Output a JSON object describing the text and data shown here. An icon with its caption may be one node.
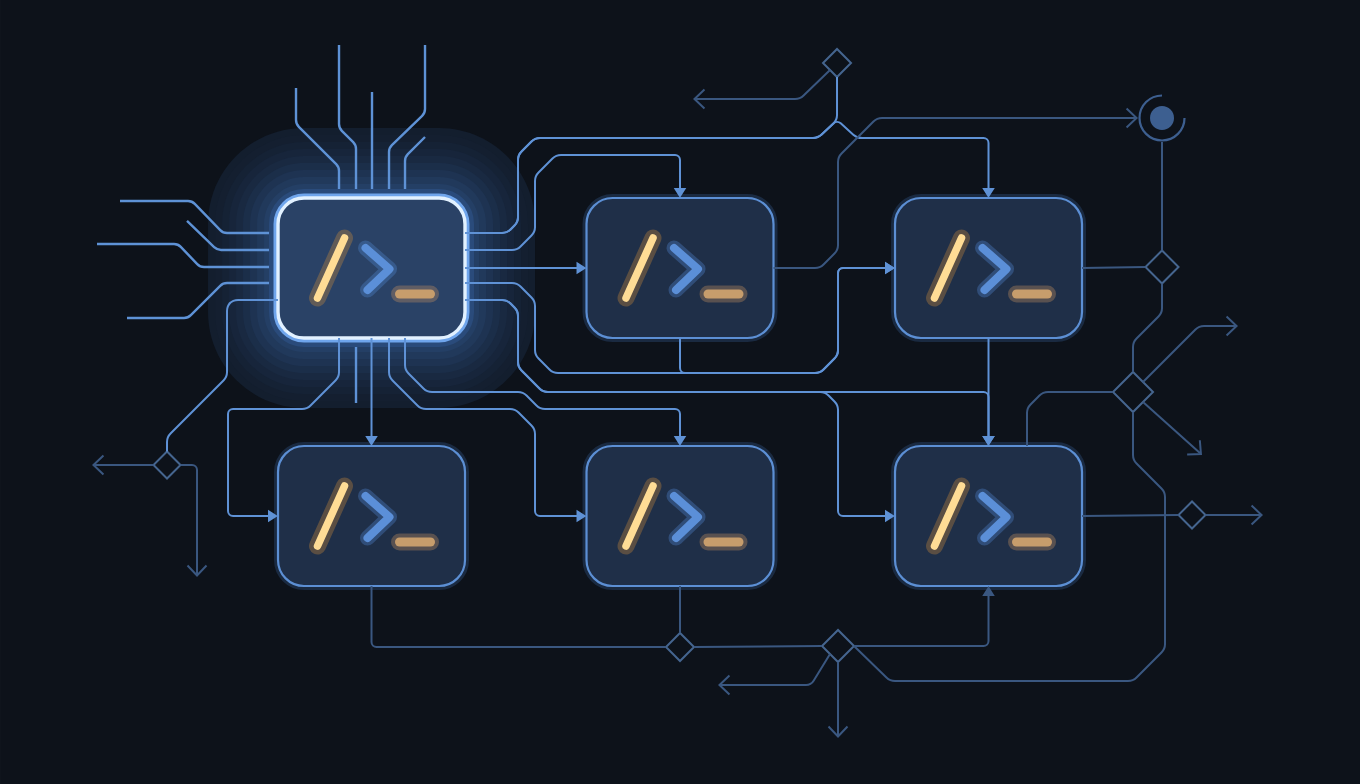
{
  "diagram": {
    "nodes": [
      {
        "text": [],
        "shape": "box"
      },
      {
        "text": [],
        "shape": "box"
      },
      {
        "text": [],
        "shape": "box"
      },
      {
        "text": [],
        "shape": "box"
      },
      {
        "text": [],
        "shape": "box"
      },
      {
        "text": [],
        "shape": "box"
      },
      {
        "text": [],
        "shape": "diamond"
      },
      {
        "text": [],
        "shape": "circle"
      },
      {
        "text": [],
        "shape": "diamond"
      },
      {
        "text": [],
        "shape": "diamond"
      },
      {
        "text": [],
        "shape": "diamond"
      },
      {
        "text": [],
        "shape": "diamond"
      },
      {
        "text": [],
        "shape": "diamond"
      },
      {
        "text": [],
        "shape": "diamond"
      }
    ],
    "edges": [
      {
        "from": 0,
        "to": 1,
        "arrow": "to",
        "color": "#5f92d6"
      },
      {
        "from": 0,
        "to": 1,
        "arrow": "to",
        "color": "#5f92d6"
      },
      {
        "from": 0,
        "to": 2,
        "arrow": "to",
        "color": "#5f92d6"
      },
      {
        "from": 0,
        "to": 2,
        "arrow": "to",
        "color": "#5f92d6"
      },
      {
        "from": 0,
        "to": 5,
        "arrow": "to",
        "color": "#5f92d6"
      },
      {
        "from": 0,
        "to": 5,
        "arrow": "to",
        "color": "#5f92d6"
      },
      {
        "from": 0,
        "to": 3,
        "arrow": "to",
        "color": "#5f92d6"
      },
      {
        "from": 0,
        "to": 3,
        "arrow": "to",
        "color": "#5f92d6"
      },
      {
        "from": 0,
        "to": 4,
        "arrow": "to",
        "color": "#5f92d6"
      },
      {
        "from": 0,
        "to": 4,
        "arrow": "to",
        "color": "#5f92d6"
      },
      {
        "from": 0,
        "to": 10,
        "arrow": "none",
        "color": "#5f92d6"
      },
      {
        "from": 10,
        "to": null,
        "arrow": "to"
      },
      {
        "from": 10,
        "to": null,
        "arrow": "to"
      },
      {
        "from": 1,
        "to": 2,
        "arrow": "to",
        "color": "#5f92d6"
      },
      {
        "from": 2,
        "to": 5,
        "arrow": "to",
        "color": "#5f92d6"
      },
      {
        "from": 1,
        "to": 7,
        "arrow": "to"
      },
      {
        "from": 0,
        "to": 6,
        "arrow": "none",
        "color": "#5f92d6"
      },
      {
        "from": 6,
        "to": null,
        "arrow": "to"
      },
      {
        "from": 7,
        "to": 8,
        "arrow": "none"
      },
      {
        "from": 2,
        "to": 8,
        "arrow": "none"
      },
      {
        "from": 8,
        "to": 9,
        "arrow": "none"
      },
      {
        "from": 5,
        "to": 9,
        "arrow": "none"
      },
      {
        "from": 9,
        "to": null,
        "arrow": "to"
      },
      {
        "from": 9,
        "to": null,
        "arrow": "to"
      },
      {
        "from": 13,
        "to": 9,
        "arrow": "none"
      },
      {
        "from": 5,
        "to": 11,
        "arrow": "none"
      },
      {
        "from": 11,
        "to": null,
        "arrow": "to"
      },
      {
        "from": 3,
        "to": 12,
        "arrow": "none"
      },
      {
        "from": 4,
        "to": 12,
        "arrow": "none"
      },
      {
        "from": 12,
        "to": 13,
        "arrow": "none"
      },
      {
        "from": 13,
        "to": 5,
        "arrow": "to"
      },
      {
        "from": 13,
        "to": null,
        "arrow": "to"
      },
      {
        "from": 13,
        "to": null,
        "arrow": "to"
      }
    ]
  }
}
